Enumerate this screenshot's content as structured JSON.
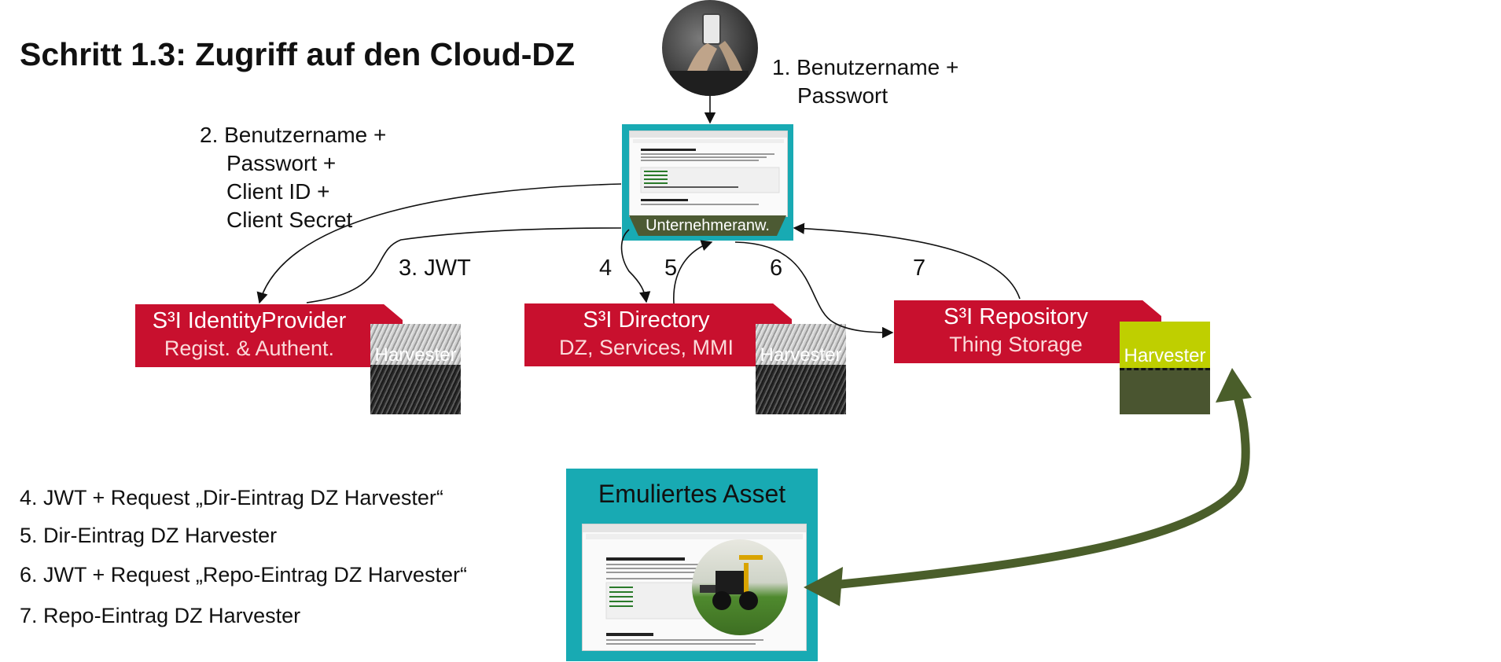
{
  "title": "Schritt 1.3: Zugriff auf den Cloud-DZ",
  "step1": {
    "line1": "1. Benutzername +",
    "line2": "Passwort"
  },
  "step2": {
    "line1": "2. Benutzername +",
    "line2": "Passwort +",
    "line3": "Client ID +",
    "line4": "Client Secret"
  },
  "step3": "3. JWT",
  "arrow_numbers": {
    "n4": "4",
    "n5": "5",
    "n6": "6",
    "n7": "7"
  },
  "app": {
    "label": "Unternehmeranw."
  },
  "identity_provider": {
    "name": "S³I IdentityProvider",
    "sub": "Regist. & Authent."
  },
  "directory": {
    "name": "S³I Directory",
    "sub": "DZ, Services, MMI"
  },
  "repository": {
    "name": "S³I Repository",
    "sub": "Thing Storage"
  },
  "harvester_label": "Harvester",
  "asset": {
    "title": "Emuliertes Asset"
  },
  "legend": [
    "4. JWT + Request „Dir-Eintrag DZ Harvester“",
    "5. Dir-Eintrag DZ Harvester",
    "6. JWT + Request „Repo-Eintrag DZ Harvester“",
    "7. Repo-Eintrag DZ Harvester"
  ],
  "colors": {
    "red": "#c8102e",
    "teal": "#18aab3",
    "harvester_lime": "#bfcf00",
    "harvester_dark": "#4a5530",
    "arrow_green": "#4a5e2a"
  }
}
